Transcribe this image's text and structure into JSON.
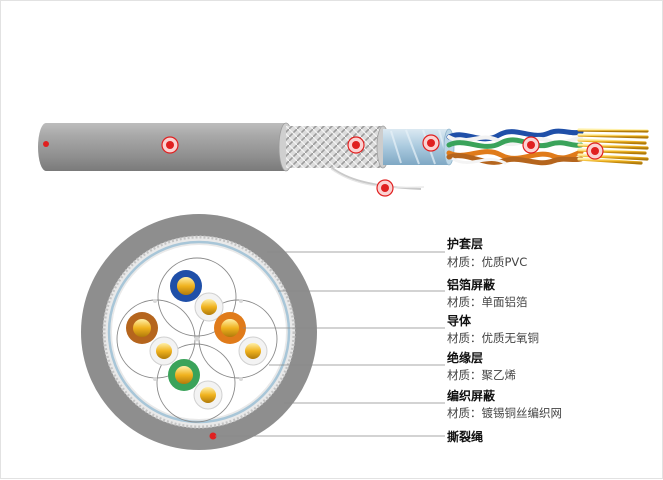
{
  "annotations": [
    {
      "id": "jacket",
      "title": "护套层",
      "material": "材质：优质PVC"
    },
    {
      "id": "foil",
      "title": "铝箔屏蔽",
      "material": "材质：单面铝箔"
    },
    {
      "id": "conductor",
      "title": "导体",
      "material": "材质：优质无氧铜"
    },
    {
      "id": "insulation",
      "title": "绝缘层",
      "material": "材质：聚乙烯"
    },
    {
      "id": "braid",
      "title": "编织屏蔽",
      "material": "材质：镀锡铜丝编织网"
    },
    {
      "id": "ripcord",
      "title": "撕裂绳",
      "material": ""
    }
  ],
  "colors": {
    "jacket": "#8e8e8e",
    "jacket_inner": "#e8e8e8",
    "foil_ring": "#a8c6d8",
    "braid": "#b8b8b8",
    "pair_blue": "#1f4fa8",
    "pair_orange": "#e07b1a",
    "pair_brown": "#b5651d",
    "pair_green": "#3aa35a",
    "conductor_gold": "#f0b21e",
    "marker_red": "#e02020"
  }
}
